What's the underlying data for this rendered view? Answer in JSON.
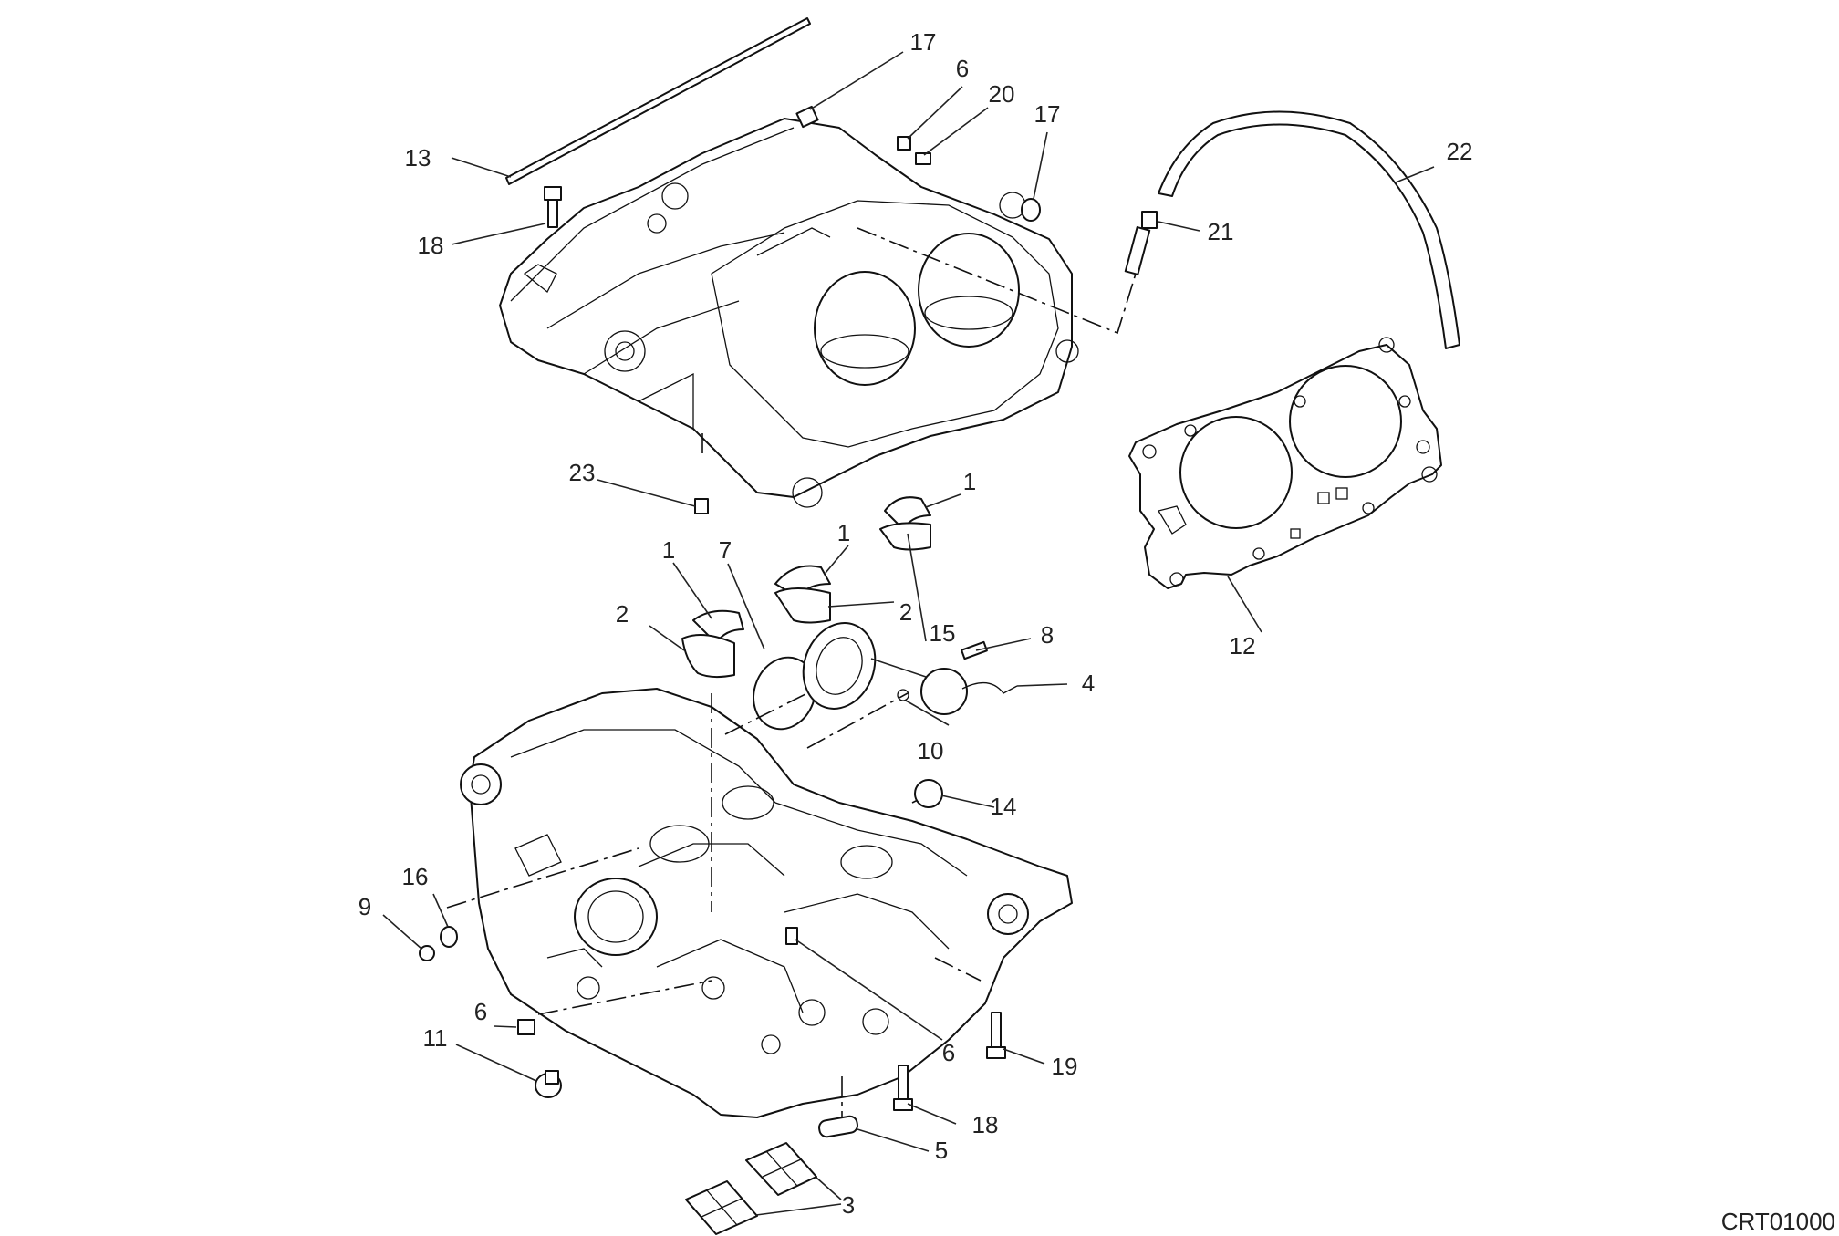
{
  "drawing_code": "CRT01000",
  "callouts": [
    {
      "id": "c13a",
      "text": "13"
    },
    {
      "id": "c18a",
      "text": "18"
    },
    {
      "id": "c17a",
      "text": "17"
    },
    {
      "id": "c6a",
      "text": "6"
    },
    {
      "id": "c20",
      "text": "20"
    },
    {
      "id": "c17b",
      "text": "17"
    },
    {
      "id": "c22",
      "text": "22"
    },
    {
      "id": "c21",
      "text": "21"
    },
    {
      "id": "c23",
      "text": "23"
    },
    {
      "id": "c1a",
      "text": "1"
    },
    {
      "id": "c1b",
      "text": "1"
    },
    {
      "id": "c1c",
      "text": "1"
    },
    {
      "id": "c7",
      "text": "7"
    },
    {
      "id": "c2a",
      "text": "2"
    },
    {
      "id": "c2b",
      "text": "2"
    },
    {
      "id": "c15",
      "text": "15"
    },
    {
      "id": "c8",
      "text": "8"
    },
    {
      "id": "c4",
      "text": "4"
    },
    {
      "id": "c10",
      "text": "10"
    },
    {
      "id": "c12",
      "text": "12"
    },
    {
      "id": "c14",
      "text": "14"
    },
    {
      "id": "c16",
      "text": "16"
    },
    {
      "id": "c9",
      "text": "9"
    },
    {
      "id": "c6b",
      "text": "6"
    },
    {
      "id": "c11",
      "text": "11"
    },
    {
      "id": "c6c",
      "text": "6"
    },
    {
      "id": "c19",
      "text": "19"
    },
    {
      "id": "c18b",
      "text": "18"
    },
    {
      "id": "c5",
      "text": "5"
    },
    {
      "id": "c3",
      "text": "3"
    }
  ]
}
